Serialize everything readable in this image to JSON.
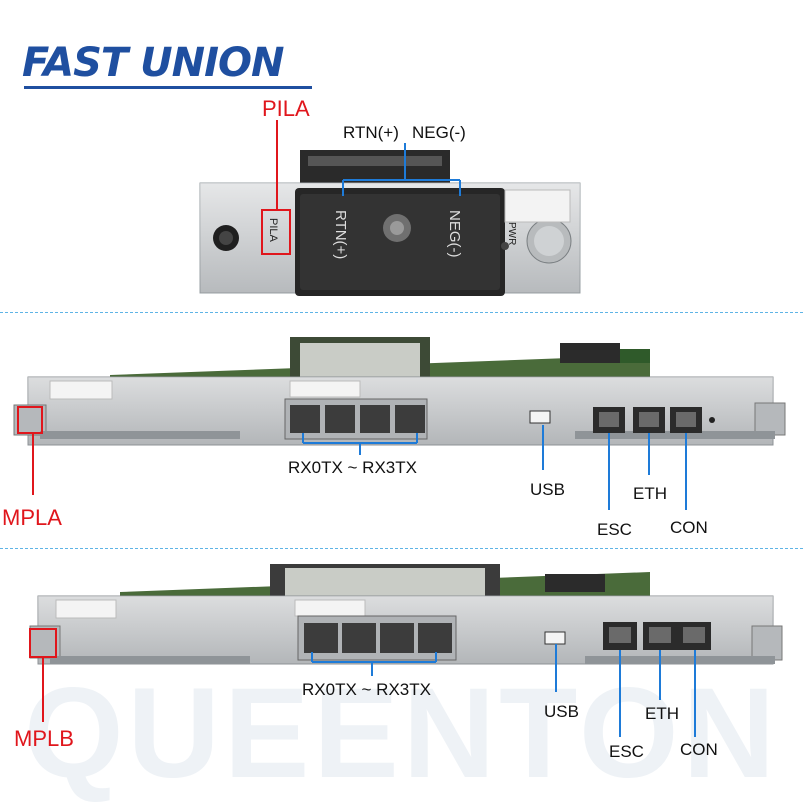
{
  "logo": {
    "text": "FAST UNION"
  },
  "watermark": "QUEENTON",
  "pila": {
    "board_label": "PILA",
    "terminal_top_labels": [
      "RTN(+)",
      "NEG(-)"
    ],
    "terminal_printed": [
      "RTN(+)",
      "NEG(-)"
    ],
    "silk_pila": "PILA",
    "silk_pwr": "PWR"
  },
  "mpla": {
    "board_label": "MPLA",
    "ports_label": "RX0TX ~ RX3TX",
    "usb_label": "USB",
    "esc_label": "ESC",
    "eth_label": "ETH",
    "con_label": "CON"
  },
  "mplb": {
    "board_label": "MPLB",
    "ports_label": "RX0TX ~ RX3TX",
    "usb_label": "USB",
    "esc_label": "ESC",
    "eth_label": "ETH",
    "con_label": "CON"
  },
  "colors": {
    "callout_red": "#e0161c",
    "callout_blue": "#1e7bd8",
    "brand_blue": "#1f4fa0"
  }
}
